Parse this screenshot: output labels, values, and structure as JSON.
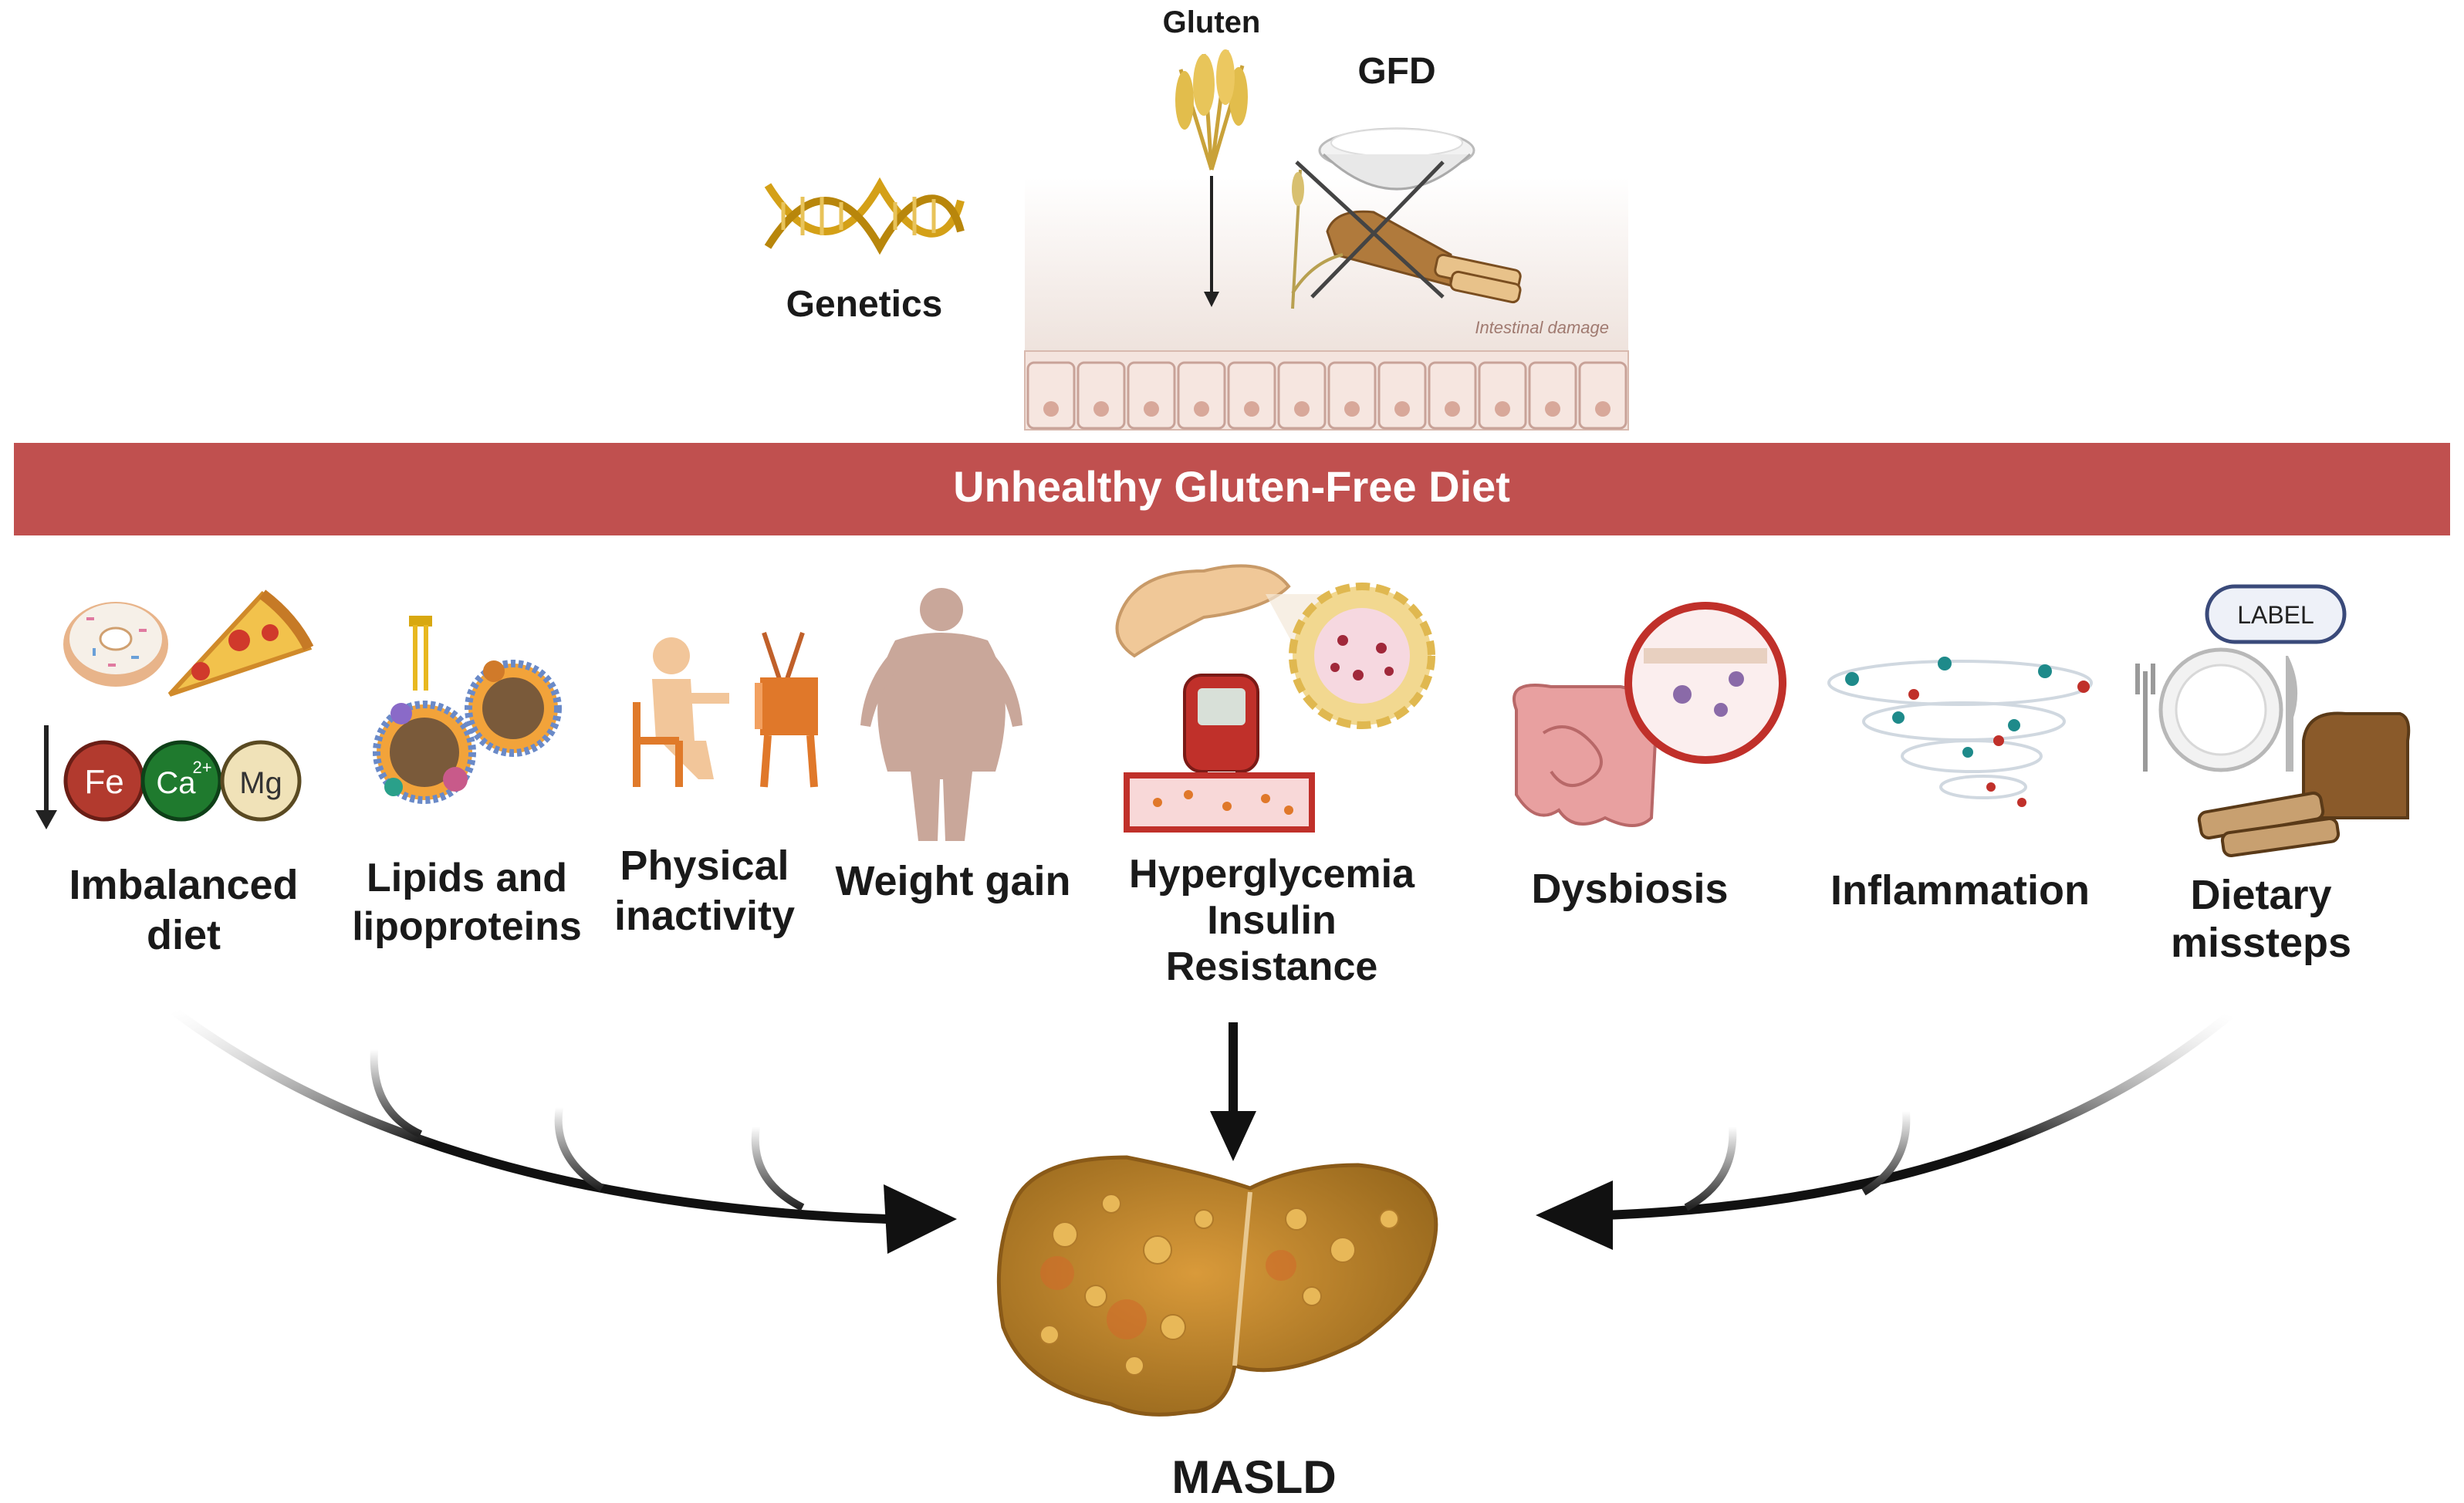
{
  "top": {
    "genetics_label": "Genetics",
    "gluten_label": "Gluten",
    "gfd_label": "GFD",
    "intestinal_label": "Intestinal damage"
  },
  "banner": {
    "title": "Unhealthy Gluten-Free Diet",
    "color": "#c0504f"
  },
  "factors": {
    "imbalanced": {
      "line1": "Imbalanced",
      "line2": "diet"
    },
    "minerals": {
      "fe": "Fe",
      "ca": "Ca",
      "ca_sup": "2+",
      "mg": "Mg"
    },
    "lipids": {
      "line1": "Lipids and",
      "line2": "lipoproteins"
    },
    "physical": {
      "line1": "Physical",
      "line2": "inactivity"
    },
    "weight": {
      "line1": "Weight gain"
    },
    "hyper": {
      "line1": "Hyperglycemia",
      "line2": "Insulin",
      "line3": "Resistance"
    },
    "dysbiosis": {
      "line1": "Dysbiosis"
    },
    "inflammation": {
      "line1": "Inflammation"
    },
    "dietary": {
      "line1": "Dietary",
      "line2": "missteps",
      "tag": "LABEL"
    }
  },
  "outcome": {
    "label": "MASLD"
  },
  "colors": {
    "fe": "#b23a2e",
    "ca": "#1f7a2e",
    "mg": "#f0e2b8",
    "dna": "#d4a017",
    "liver": "#c98a2a"
  }
}
